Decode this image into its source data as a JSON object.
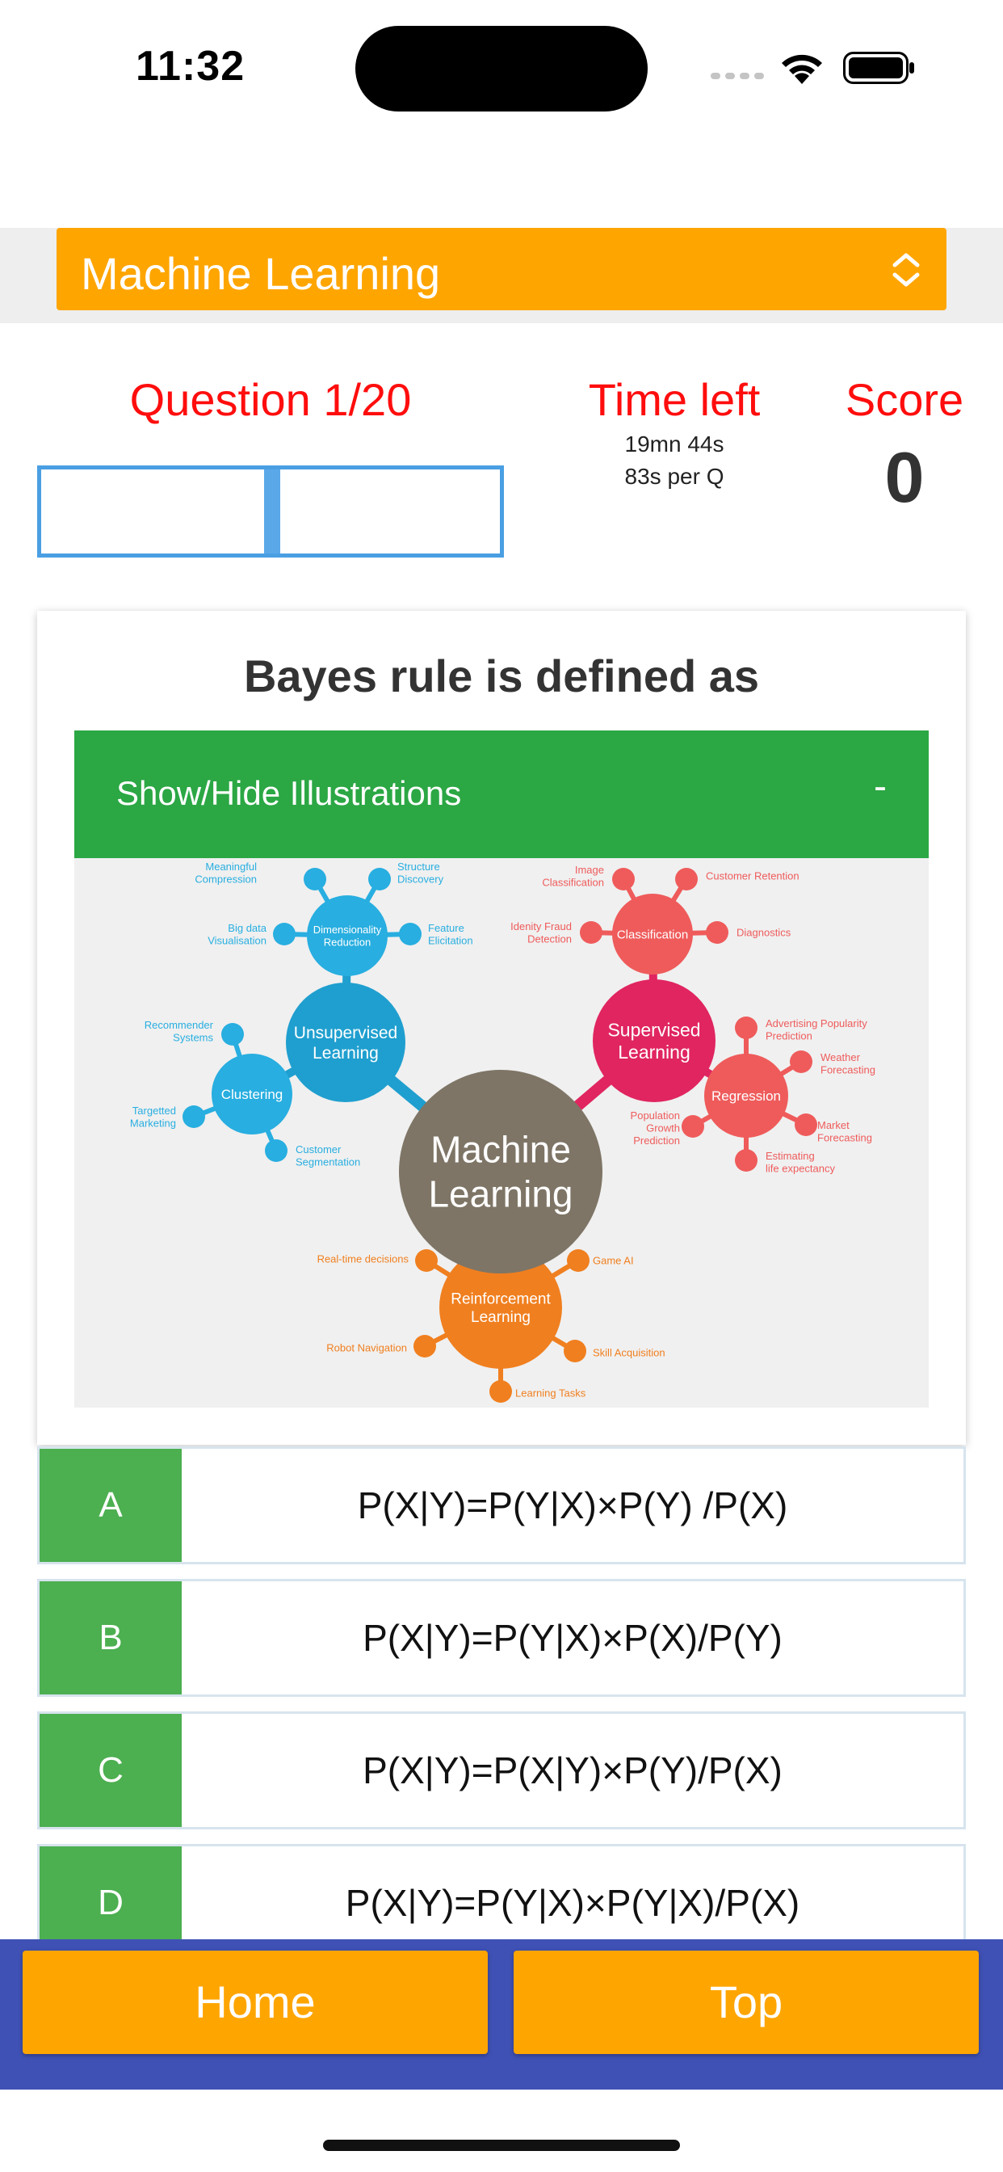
{
  "status": {
    "time": "11:32"
  },
  "header": {
    "subject": "Machine Learning"
  },
  "info": {
    "question_label": "Question 1/20",
    "time_label": "Time left",
    "time_remaining": "19mn 44s",
    "time_per_question": "83s per Q",
    "score_label": "Score",
    "score_value": "0"
  },
  "question": {
    "text": "Bayes rule is defined as",
    "illustrations_toggle": "Show/Hide Illustrations",
    "illustrations_sign": "-"
  },
  "illustration": {
    "center": [
      "Machine",
      "Learning"
    ],
    "unsupervised": [
      "Unsupervised",
      "Learning"
    ],
    "supervised": [
      "Supervised",
      "Learning"
    ],
    "reinforcement": [
      "Reinforcement",
      "Learning"
    ],
    "dimensionality": [
      "Dimensionality",
      "Reduction"
    ],
    "clustering": "Clustering",
    "classification": "Classification",
    "regression": "Regression",
    "dim_leaves": [
      [
        "Meaningful",
        "Compression"
      ],
      [
        "Structure",
        "Discovery"
      ],
      [
        "Big data",
        "Visualisation"
      ],
      [
        "Feature",
        "Elicitation"
      ]
    ],
    "clu_leaves": [
      [
        "Recommender",
        "Systems"
      ],
      [
        "Targetted",
        "Marketing"
      ],
      [
        "Customer",
        "Segmentation"
      ]
    ],
    "cls_leaves": [
      [
        "Image",
        "Classification"
      ],
      [
        "Customer Retention"
      ],
      [
        "Idenity Fraud",
        "Detection"
      ],
      [
        "Diagnostics"
      ]
    ],
    "reg_leaves": [
      [
        "Advertising Popularity",
        "Prediction"
      ],
      [
        "Weather",
        "Forecasting"
      ],
      [
        "Population",
        "Growth",
        "Prediction"
      ],
      [
        "Market",
        "Forecasting"
      ],
      [
        "Estimating",
        "life expectancy"
      ]
    ],
    "rl_leaves": [
      [
        "Real-time decisions"
      ],
      [
        "Game AI"
      ],
      [
        "Robot Navigation"
      ],
      [
        "Skill Acquisition"
      ],
      [
        "Learning Tasks"
      ]
    ]
  },
  "answers": [
    {
      "letter": "A",
      "text": "P(X|Y)=P(Y|X)×P(Y) /P(X)"
    },
    {
      "letter": "B",
      "text": "P(X|Y)=P(Y|X)×P(X)/P(Y)"
    },
    {
      "letter": "C",
      "text": "P(X|Y)=P(X|Y)×P(Y)/P(X)"
    },
    {
      "letter": "D",
      "text": "P(X|Y)=P(Y|X)×P(Y|X)/P(X)"
    }
  ],
  "footer": {
    "home_label": "Home",
    "top_label": "Top"
  }
}
